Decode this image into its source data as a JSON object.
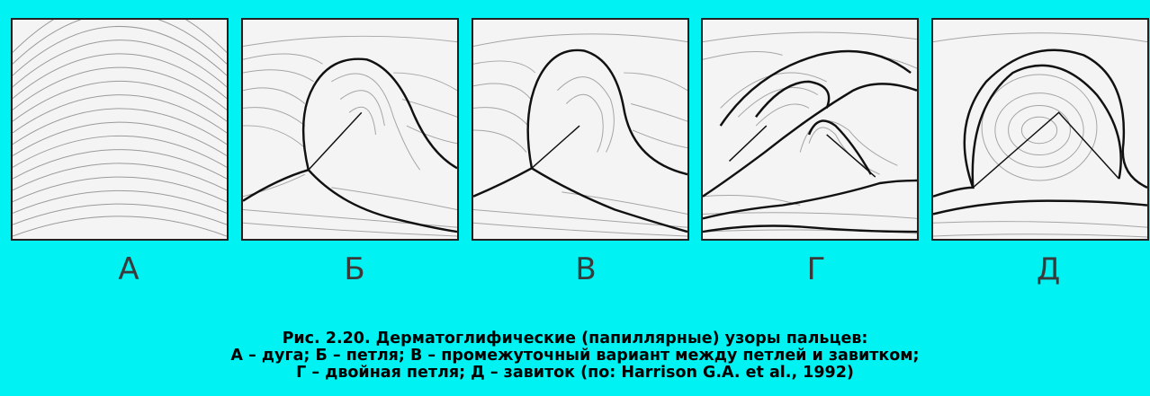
{
  "panels": [
    {
      "id": "A",
      "label": "А"
    },
    {
      "id": "B",
      "label": "Б"
    },
    {
      "id": "V",
      "label": "В"
    },
    {
      "id": "G",
      "label": "Г"
    },
    {
      "id": "D",
      "label": "Д"
    }
  ],
  "caption": {
    "line1": "Рис. 2.20. Дерматоглифические (папиллярные) узоры пальцев:",
    "line2": "А – дуга; Б – петля; В – промежуточный вариант между петлей и завитком;",
    "line3": "Г – двойная петля; Д – завиток (по: Harrison G.A. et al., 1992)"
  },
  "colors": {
    "background": "#00f2f2",
    "panel": "#f4f4f4",
    "line": "#111111"
  }
}
